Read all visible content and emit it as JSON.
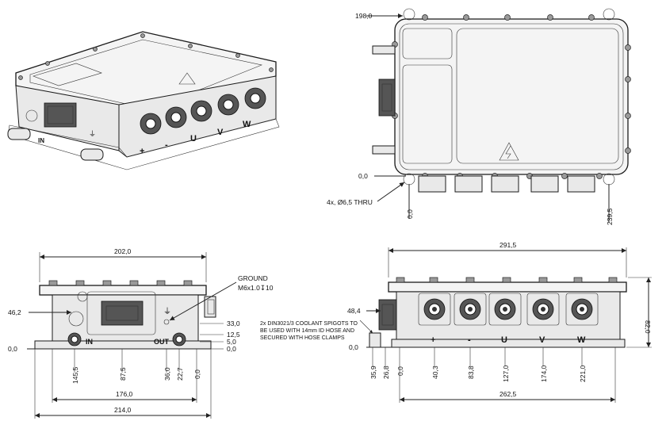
{
  "top_view": {
    "dims": {
      "left_x": "198,0",
      "left_zero": "0,0",
      "bottom_zero": "0,0",
      "bottom_right": "239,5"
    },
    "hole_note": "4x, Ø6,5 THRU"
  },
  "side_view": {
    "dims": {
      "width_top": "202,0",
      "height_left": "46,2",
      "zero_left": "0,0",
      "r_330": "33,0",
      "r_125": "12,5",
      "r_50": "5,0",
      "r_00": "0,0",
      "b_1455": "145,5",
      "b_875": "87,5",
      "b_360": "36,0",
      "b_227": "22,7",
      "b_00": "0,0",
      "w_1760": "176,0",
      "w_2140": "214,0"
    },
    "ground_label": "GROUND",
    "ground_thread": "M6x1.0↧10",
    "port_in": "IN",
    "port_out": "OUT"
  },
  "front_view": {
    "dims": {
      "width_top": "291,5",
      "height_right": "82,0",
      "left_484": "48,4",
      "left_zero": "0,0",
      "b_359": "35,9",
      "b_268": "26,8",
      "b_00": "0,0",
      "b_403": "40,3",
      "b_838": "83,8",
      "b_1270": "127,0",
      "b_1740": "174,0",
      "b_2210": "221,0",
      "w_2625": "262,5"
    },
    "coolant_note": [
      "2x DIN3021/3 COOLANT SPIGOTS TO",
      "BE USED WITH 14mm ID HOSE AND",
      "SECURED WITH HOSE CLAMPS"
    ],
    "terminals": [
      "+",
      "-",
      "U",
      "V",
      "W"
    ]
  },
  "iso_view": {
    "terminals": [
      "+",
      "-",
      "U",
      "V",
      "W"
    ],
    "port_in": "IN"
  }
}
